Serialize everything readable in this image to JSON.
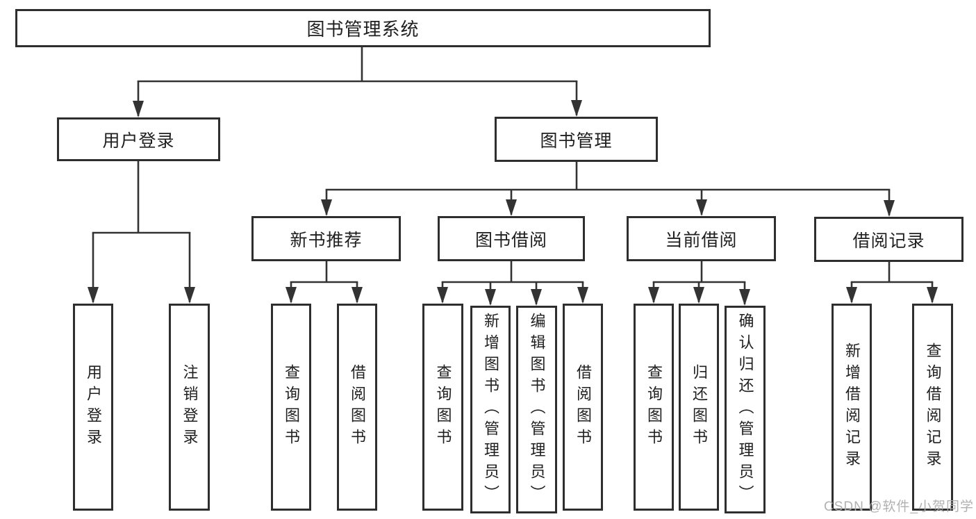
{
  "diagram": {
    "title": "图书管理系统",
    "nodes": {
      "root": "图书管理系统",
      "user_login": "用户登录",
      "book_mgmt": "图书管理",
      "new_book_rec": "新书推荐",
      "book_borrow": "图书借阅",
      "current_borrow": "当前借阅",
      "borrow_records": "借阅记录",
      "leaf_user_login": "用户登录",
      "leaf_logout": "注销登录",
      "leaf_query_book_1": "查询图书",
      "leaf_borrow_book_1": "借阅图书",
      "leaf_query_book_2": "查询图书",
      "leaf_add_book_admin": "新增图书（管理员）",
      "leaf_edit_book_admin": "编辑图书（管理员）",
      "leaf_borrow_book_2": "借阅图书",
      "leaf_query_book_3": "查询图书",
      "leaf_return_book": "归还图书",
      "leaf_confirm_return_admin": "确认归还（管理员）",
      "leaf_add_borrow_record": "新增借阅记录",
      "leaf_query_borrow_record": "查询借阅记录"
    },
    "edges": [
      [
        "图书管理系统",
        "用户登录"
      ],
      [
        "图书管理系统",
        "图书管理"
      ],
      [
        "用户登录",
        "用户登录"
      ],
      [
        "用户登录",
        "注销登录"
      ],
      [
        "图书管理",
        "新书推荐"
      ],
      [
        "图书管理",
        "图书借阅"
      ],
      [
        "图书管理",
        "当前借阅"
      ],
      [
        "图书管理",
        "借阅记录"
      ],
      [
        "新书推荐",
        "查询图书"
      ],
      [
        "新书推荐",
        "借阅图书"
      ],
      [
        "图书借阅",
        "查询图书"
      ],
      [
        "图书借阅",
        "新增图书（管理员）"
      ],
      [
        "图书借阅",
        "编辑图书（管理员）"
      ],
      [
        "图书借阅",
        "借阅图书"
      ],
      [
        "当前借阅",
        "查询图书"
      ],
      [
        "当前借阅",
        "归还图书"
      ],
      [
        "当前借阅",
        "确认归还（管理员）"
      ],
      [
        "借阅记录",
        "新增借阅记录"
      ],
      [
        "借阅记录",
        "查询借阅记录"
      ]
    ]
  },
  "watermark": "CSDN @软件_小贺同学",
  "colors": {
    "line": "#333333",
    "box_border": "#2e2e2e",
    "text": "#1f1f1f",
    "watermark": "#adadad",
    "background": "#ffffff"
  }
}
